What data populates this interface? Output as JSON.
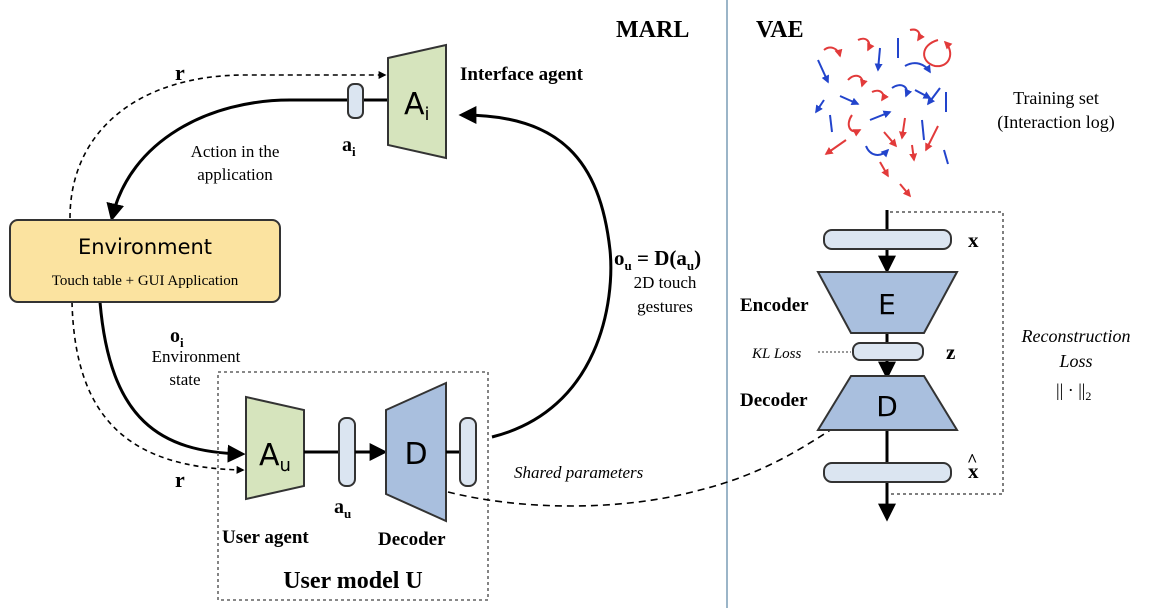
{
  "sections": {
    "marl": "MARL",
    "vae": "VAE"
  },
  "environment": {
    "title": "Environment",
    "subtitle": "Touch table + GUI Application"
  },
  "interface_agent": {
    "glyph": "A",
    "glyph_sub": "i",
    "label": "Interface agent"
  },
  "user_agent": {
    "glyph": "A",
    "glyph_sub": "u",
    "label": "User agent"
  },
  "user_decoder": {
    "glyph": "D",
    "label": "Decoder"
  },
  "user_model": {
    "label": "User model U"
  },
  "labels": {
    "reward": "r",
    "a_i": "a",
    "a_i_sub": "i",
    "action_line1": "Action in the",
    "action_line2": "application",
    "o_i": "o",
    "o_i_sub": "i",
    "env_state_line1": "Environment",
    "env_state_line2": "state",
    "a_u": "a",
    "a_u_sub": "u",
    "ou_o": "o",
    "ou_sub": "u",
    "ou_eq": " = D(a",
    "ou_sub2": "u",
    "ou_close": ")",
    "touch_line1": "2D touch",
    "touch_line2": "gestures",
    "shared": "Shared parameters"
  },
  "vae": {
    "training_line1": "Training set",
    "training_line2": "(Interaction log)",
    "x": "x",
    "encoder_label": "Encoder",
    "encoder_glyph": "E",
    "z": "z",
    "kl_loss": "KL Loss",
    "decoder_label": "Decoder",
    "decoder_glyph": "D",
    "xhat": "x",
    "xhat_mark": "^",
    "recon_line1": "Reconstruction",
    "recon_line2": "Loss",
    "norm_text": "|| · ||",
    "norm_sub": "2"
  },
  "colors": {
    "agent_fill": "#d6e4bd",
    "net_fill": "#a9bfde",
    "env_fill": "#fbe3a0",
    "vector_fill": "#dbe5f1",
    "stroke": "#333333",
    "red_gesture": "#e23a3a",
    "blue_gesture": "#2244cc"
  }
}
